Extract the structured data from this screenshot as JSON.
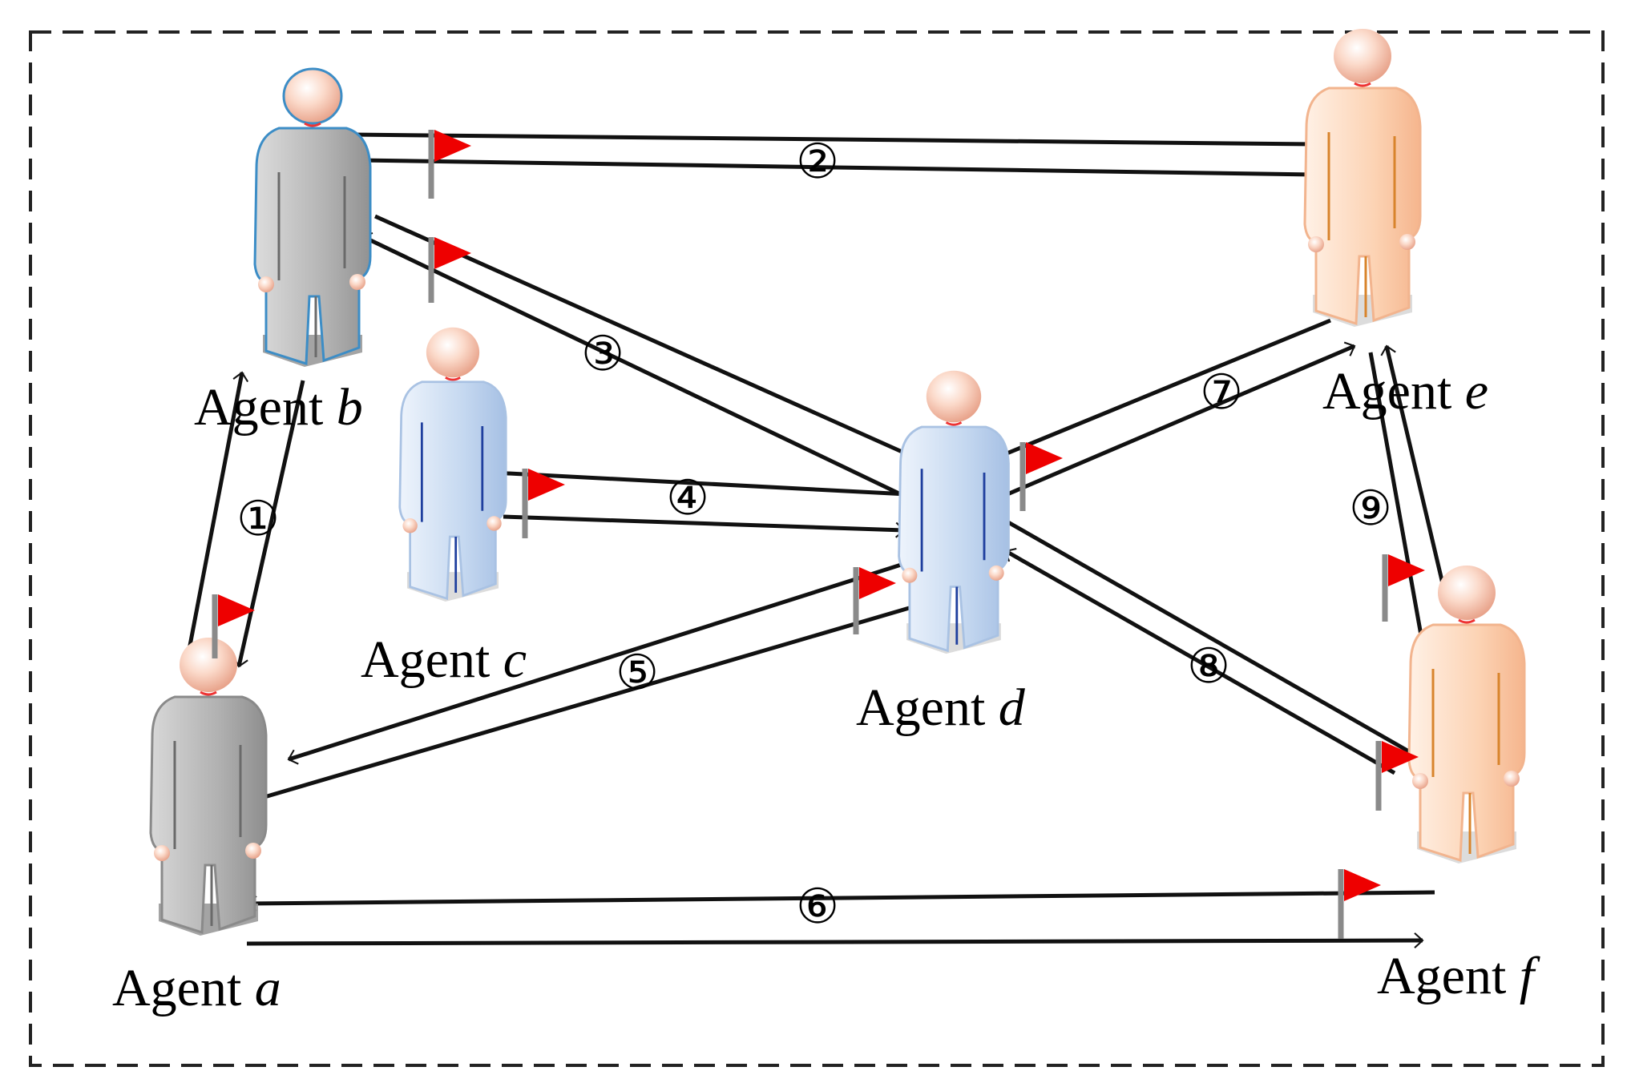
{
  "agents": [
    {
      "id": "a",
      "prefix": "Agent",
      "name": "a",
      "scheme": "gray"
    },
    {
      "id": "b",
      "prefix": "Agent",
      "name": "b",
      "scheme": "gray-blue"
    },
    {
      "id": "c",
      "prefix": "Agent",
      "name": "c",
      "scheme": "blue"
    },
    {
      "id": "d",
      "prefix": "Agent",
      "name": "d",
      "scheme": "blue"
    },
    {
      "id": "e",
      "prefix": "Agent",
      "name": "e",
      "scheme": "orange"
    },
    {
      "id": "f",
      "prefix": "Agent",
      "name": "f",
      "scheme": "orange"
    }
  ],
  "edges": [
    {
      "label": "①",
      "between": [
        "a",
        "b"
      ]
    },
    {
      "label": "②",
      "between": [
        "b",
        "e"
      ]
    },
    {
      "label": "③",
      "between": [
        "b",
        "d"
      ]
    },
    {
      "label": "④",
      "between": [
        "c",
        "d"
      ]
    },
    {
      "label": "⑤",
      "between": [
        "a",
        "d"
      ]
    },
    {
      "label": "⑥",
      "between": [
        "a",
        "f"
      ]
    },
    {
      "label": "⑦",
      "between": [
        "d",
        "e"
      ]
    },
    {
      "label": "⑧",
      "between": [
        "d",
        "f"
      ]
    },
    {
      "label": "⑨",
      "between": [
        "e",
        "f"
      ]
    }
  ],
  "colors": {
    "flag": "#ee0000",
    "flag_pole": "#8a8a8a",
    "arrow": "#111111",
    "frame": "#222222",
    "gray_body": "#b9b9b9",
    "blue_body": "#c6d9f1",
    "orange_body": "#fcd5b8",
    "head": "#f6c7b2"
  }
}
